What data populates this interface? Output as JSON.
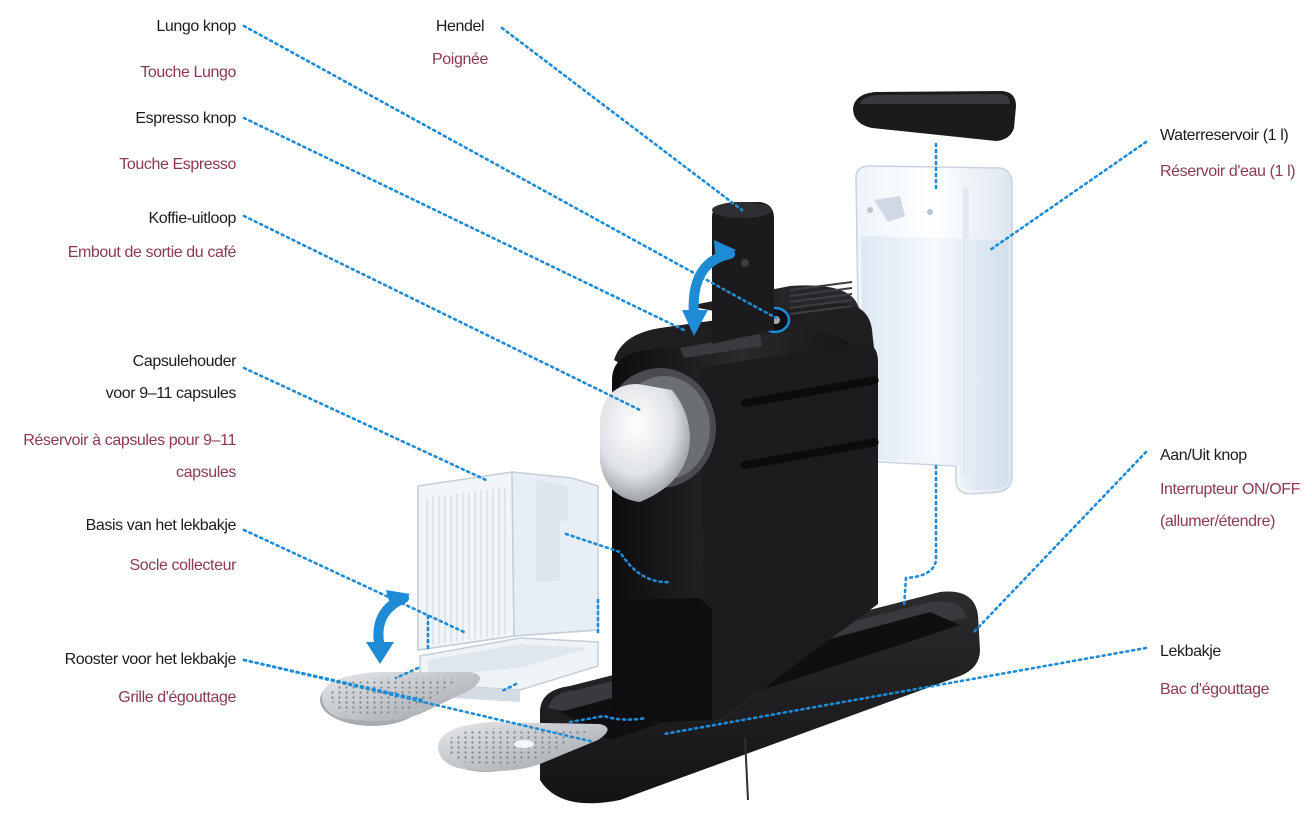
{
  "labels": {
    "lungo": {
      "nl": "Lungo knop",
      "fr": "Touche Lungo"
    },
    "espresso": {
      "nl": "Espresso knop",
      "fr": "Touche Espresso"
    },
    "outlet": {
      "nl": "Koffie-uitloop",
      "fr": "Embout de sortie du café"
    },
    "capsule": {
      "nl_1": "Capsulehouder",
      "nl_2": "voor 9–11 capsules",
      "fr_1": "Réservoir à capsules pour 9–11",
      "fr_2": "capsules"
    },
    "drip_base": {
      "nl": "Basis van het lekbakje",
      "fr": "Socle collecteur"
    },
    "grid": {
      "nl": "Rooster voor het lekbakje",
      "fr": "Grille d'égouttage"
    },
    "handle": {
      "nl": "Hendel",
      "fr": "Poignée"
    },
    "tank": {
      "nl": "Waterreservoir (1 l)",
      "fr": "Réservoir d'eau (1 l)"
    },
    "power": {
      "nl": "Aan/Uit knop",
      "fr_1": "Interrupteur ON/OFF",
      "fr_2": "(allumer/étendre)"
    },
    "drip_tray": {
      "nl": "Lekbakje",
      "fr": "Bac d'égouttage"
    }
  },
  "colors": {
    "leader": "#1e8bd6",
    "dutch_text": "#1c1c1c",
    "french_text": "#8a3a52",
    "machine_body": "#1a1a1c",
    "arrow": "#1e8bd6"
  }
}
